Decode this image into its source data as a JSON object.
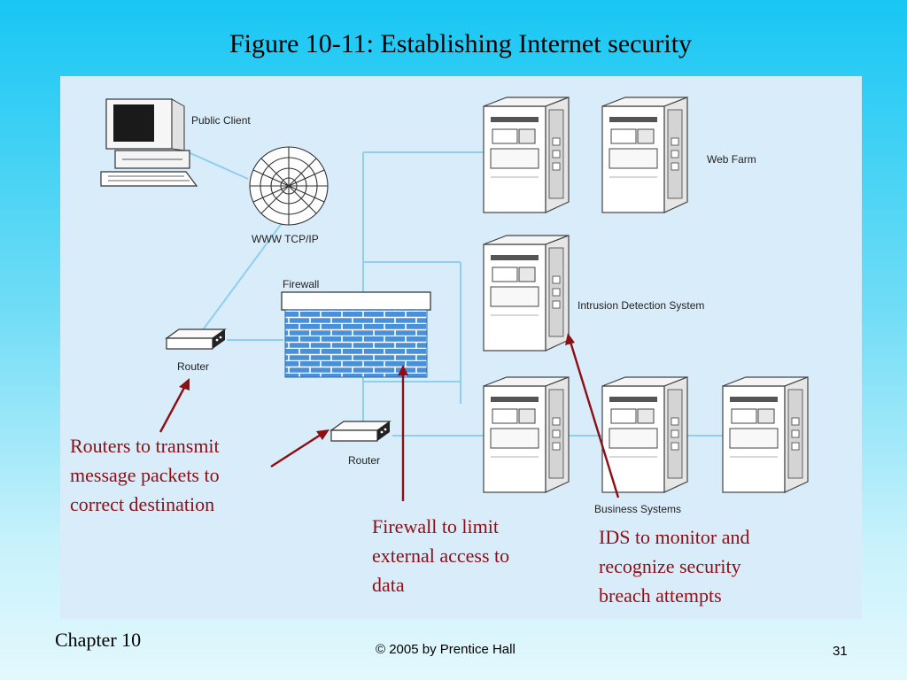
{
  "title": "Figure 10-11: Establishing Internet security",
  "diagram": {
    "labels": {
      "public_client": "Public Client",
      "www": "WWW TCP/IP",
      "firewall": "Firewall",
      "router_left": "Router",
      "router_bottom": "Router",
      "web_farm": "Web Farm",
      "ids": "Intrusion Detection System",
      "business_systems": "Business Systems"
    },
    "colors": {
      "panel_bg": "#d9ecfa",
      "connector": "#8ecff0",
      "arrow": "#8b0f14",
      "callout_text": "#8b0f14",
      "brick": "#4a90d9",
      "brick_mortar": "#ffffff"
    },
    "icons": [
      "computer-icon",
      "web-icon",
      "router-icon",
      "firewall-icon",
      "server-icon"
    ]
  },
  "callouts": {
    "routers": [
      "Routers to transmit",
      "message packets to",
      "correct destination"
    ],
    "firewall": [
      "Firewall to limit",
      "external access to",
      "data"
    ],
    "ids": [
      "IDS to monitor and",
      "recognize security",
      "breach attempts"
    ]
  },
  "footer": {
    "chapter": "Chapter 10",
    "copyright": "© 2005 by Prentice Hall",
    "page": "31"
  }
}
